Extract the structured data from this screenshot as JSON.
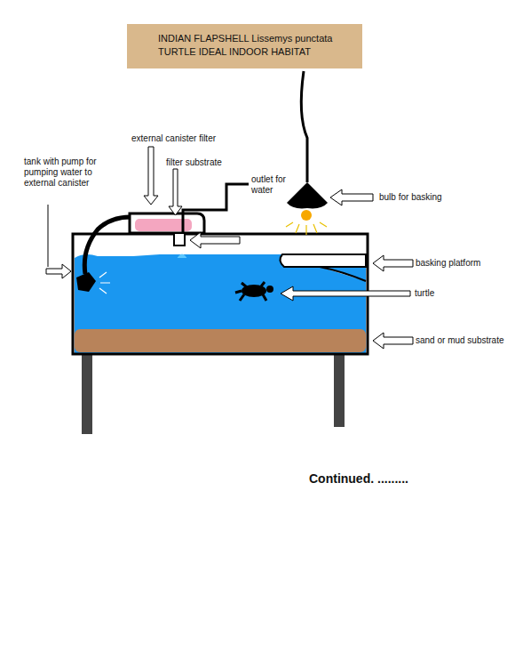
{
  "diagram": {
    "title": "INDIAN FLAPSHELL Lissemys punctata TURTLE IDEAL INDOOR HABITAT",
    "labels": [
      "tank with pump for pumping water to external canister",
      "external canister filter",
      "filter substrate",
      "outlet for water",
      "bulb for basking",
      "basking platform",
      "turtle",
      "sand or mud substrate",
      "Continued. ........."
    ]
  }
}
